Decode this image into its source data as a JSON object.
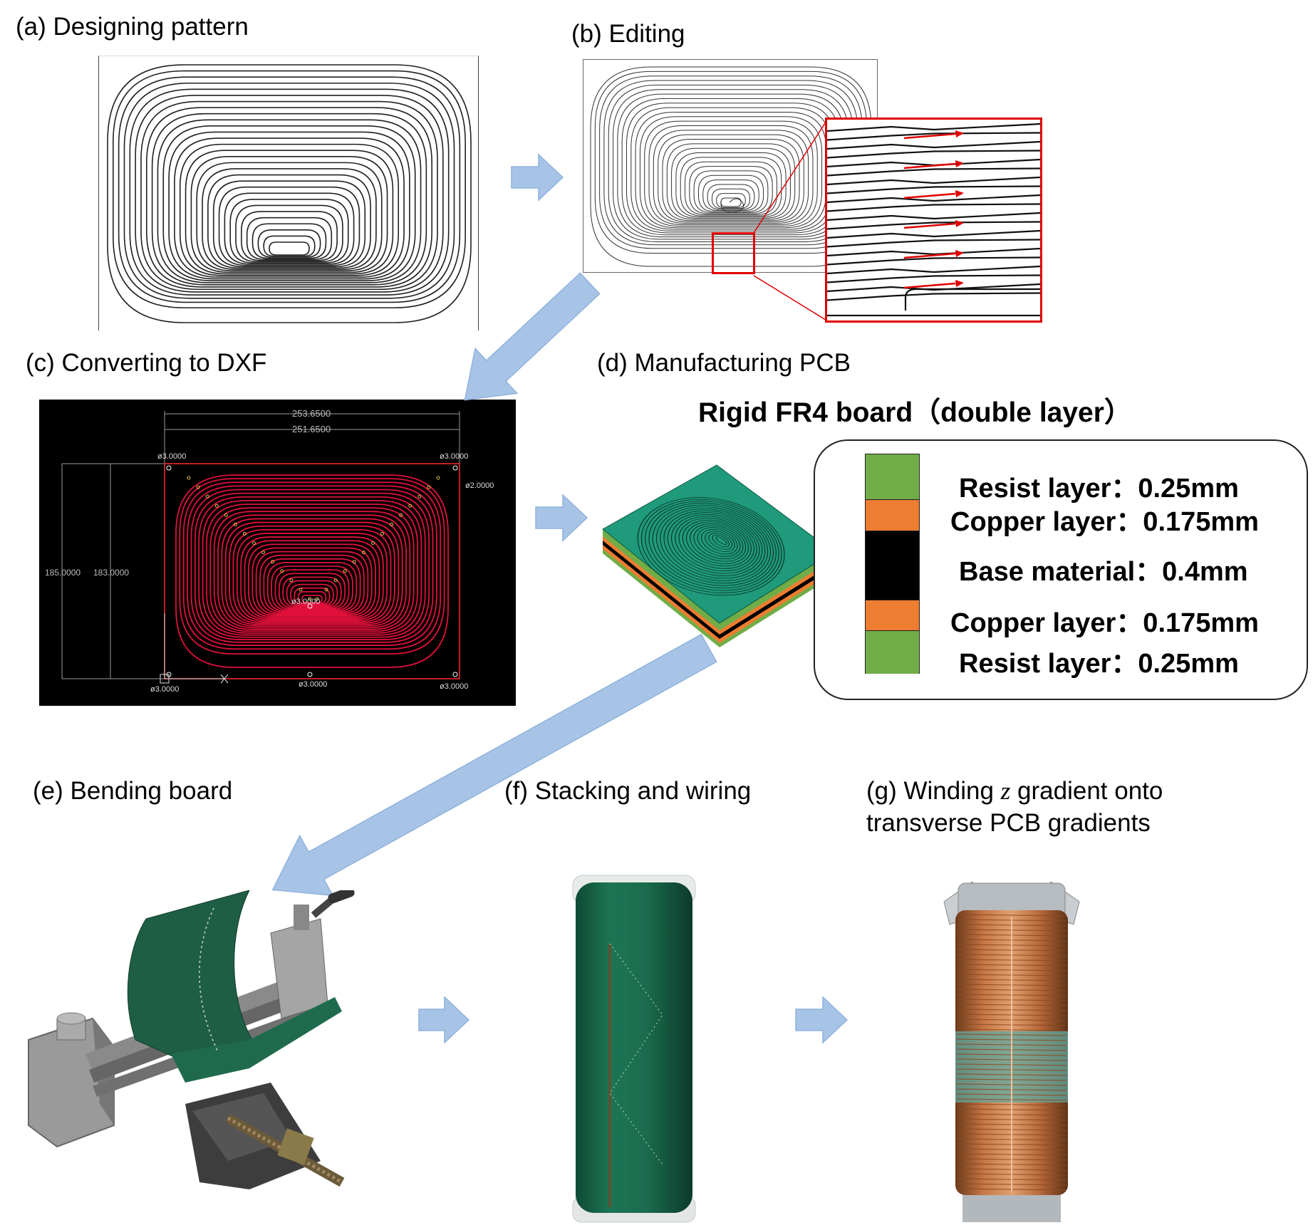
{
  "panels": {
    "a": {
      "label": "(a) Designing pattern"
    },
    "b": {
      "label": "(b) Editing"
    },
    "c": {
      "label": "(c) Converting to DXF",
      "dims": {
        "outer_width": "253.6500",
        "inner_width": "251.6500",
        "outer_height": "185.0000",
        "inner_height": "183.0000",
        "hole_tl": "ø3.0000",
        "hole_tr": "ø3.0000",
        "hole_side": "ø2.0000",
        "hole_center": "ø3.0000",
        "hole_bl": "ø3.0000",
        "hole_bm": "ø3.0000",
        "hole_br": "ø3.0000"
      }
    },
    "d": {
      "label": "(d) Manufacturing PCB",
      "title": "Rigid FR4 board（double layer）",
      "layers": [
        {
          "text": "Resist layer：0.25mm",
          "color": "#70ad47"
        },
        {
          "text": "Copper layer：0.175mm",
          "color": "#ed7d31"
        },
        {
          "text": "Base material：0.4mm",
          "color": "#000000"
        },
        {
          "text": "Copper layer：0.175mm",
          "color": "#ed7d31"
        },
        {
          "text": "Resist layer：0.25mm",
          "color": "#70ad47"
        }
      ]
    },
    "e": {
      "label": "(e) Bending board"
    },
    "f": {
      "label": "(f) Stacking and wiring"
    },
    "g": {
      "label_prefix": "(g) Winding ",
      "label_var": "z",
      "label_suffix": " gradient onto",
      "label_line2": "transverse PCB gradients"
    }
  },
  "colors": {
    "arrow": "#a7c4e6",
    "arrow_edge": "#8fb2dc",
    "zoom_red": "#e00000",
    "pcb_green": "#1f9a7a",
    "dxf_red": "#e0103a"
  }
}
